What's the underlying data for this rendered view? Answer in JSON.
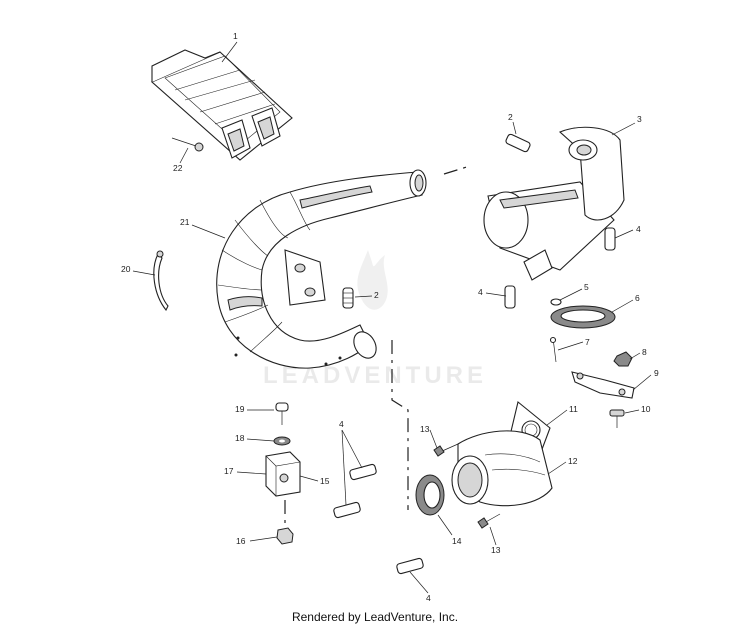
{
  "watermark": "LEADVENTURE",
  "footer": "Rendered by LeadVenture, Inc.",
  "callouts": [
    "1",
    "2",
    "3",
    "2",
    "4",
    "4",
    "5",
    "6",
    "7",
    "8",
    "9",
    "10",
    "11",
    "12",
    "13",
    "13",
    "14",
    "15",
    "16",
    "17",
    "18",
    "19",
    "20",
    "21",
    "22",
    "4",
    "4"
  ]
}
